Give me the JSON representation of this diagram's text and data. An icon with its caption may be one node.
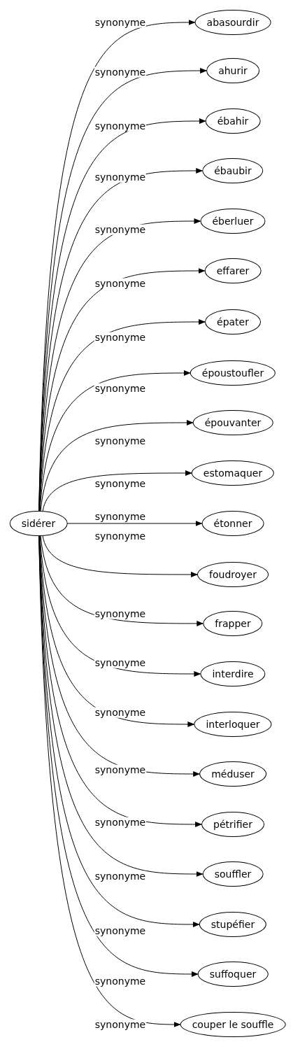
{
  "diagram": {
    "nodes": [
      {
        "text": [
          "sidérer"
        ]
      },
      {
        "text": [
          "abasourdir"
        ]
      },
      {
        "text": [
          "ahurir"
        ]
      },
      {
        "text": [
          "ébahir"
        ]
      },
      {
        "text": [
          "ébaubir"
        ]
      },
      {
        "text": [
          "éberluer"
        ]
      },
      {
        "text": [
          "effarer"
        ]
      },
      {
        "text": [
          "épater"
        ]
      },
      {
        "text": [
          "époustoufler"
        ]
      },
      {
        "text": [
          "épouvanter"
        ]
      },
      {
        "text": [
          "estomaquer"
        ]
      },
      {
        "text": [
          "étonner"
        ]
      },
      {
        "text": [
          "foudroyer"
        ]
      },
      {
        "text": [
          "frapper"
        ]
      },
      {
        "text": [
          "interdire"
        ]
      },
      {
        "text": [
          "interloquer"
        ]
      },
      {
        "text": [
          "méduser"
        ]
      },
      {
        "text": [
          "pétrifier"
        ]
      },
      {
        "text": [
          "souffler"
        ]
      },
      {
        "text": [
          "stupéfier"
        ]
      },
      {
        "text": [
          "suffoquer"
        ]
      },
      {
        "text": [
          "couper le souffle"
        ]
      }
    ],
    "edges": [
      {
        "from": 0,
        "to": 1,
        "arrow": "to",
        "label": "synonyme"
      },
      {
        "from": 0,
        "to": 2,
        "arrow": "to",
        "label": "synonyme"
      },
      {
        "from": 0,
        "to": 3,
        "arrow": "to",
        "label": "synonyme"
      },
      {
        "from": 0,
        "to": 4,
        "arrow": "to",
        "label": "synonyme"
      },
      {
        "from": 0,
        "to": 5,
        "arrow": "to",
        "label": "synonyme"
      },
      {
        "from": 0,
        "to": 6,
        "arrow": "to",
        "label": "synonyme"
      },
      {
        "from": 0,
        "to": 7,
        "arrow": "to",
        "label": "synonyme"
      },
      {
        "from": 0,
        "to": 8,
        "arrow": "to",
        "label": "synonyme"
      },
      {
        "from": 0,
        "to": 9,
        "arrow": "to",
        "label": "synonyme"
      },
      {
        "from": 0,
        "to": 10,
        "arrow": "to",
        "label": "synonyme"
      },
      {
        "from": 0,
        "to": 11,
        "arrow": "to",
        "label": "synonyme"
      },
      {
        "from": 0,
        "to": 12,
        "arrow": "to",
        "label": "synonyme"
      },
      {
        "from": 0,
        "to": 13,
        "arrow": "to",
        "label": "synonyme"
      },
      {
        "from": 0,
        "to": 14,
        "arrow": "to",
        "label": "synonyme"
      },
      {
        "from": 0,
        "to": 15,
        "arrow": "to",
        "label": "synonyme"
      },
      {
        "from": 0,
        "to": 16,
        "arrow": "to",
        "label": "synonyme"
      },
      {
        "from": 0,
        "to": 17,
        "arrow": "to",
        "label": "synonyme"
      },
      {
        "from": 0,
        "to": 18,
        "arrow": "to",
        "label": "synonyme"
      },
      {
        "from": 0,
        "to": 19,
        "arrow": "to",
        "label": "synonyme"
      },
      {
        "from": 0,
        "to": 20,
        "arrow": "to",
        "label": "synonyme"
      },
      {
        "from": 0,
        "to": 21,
        "arrow": "to",
        "label": "synonyme"
      }
    ]
  }
}
